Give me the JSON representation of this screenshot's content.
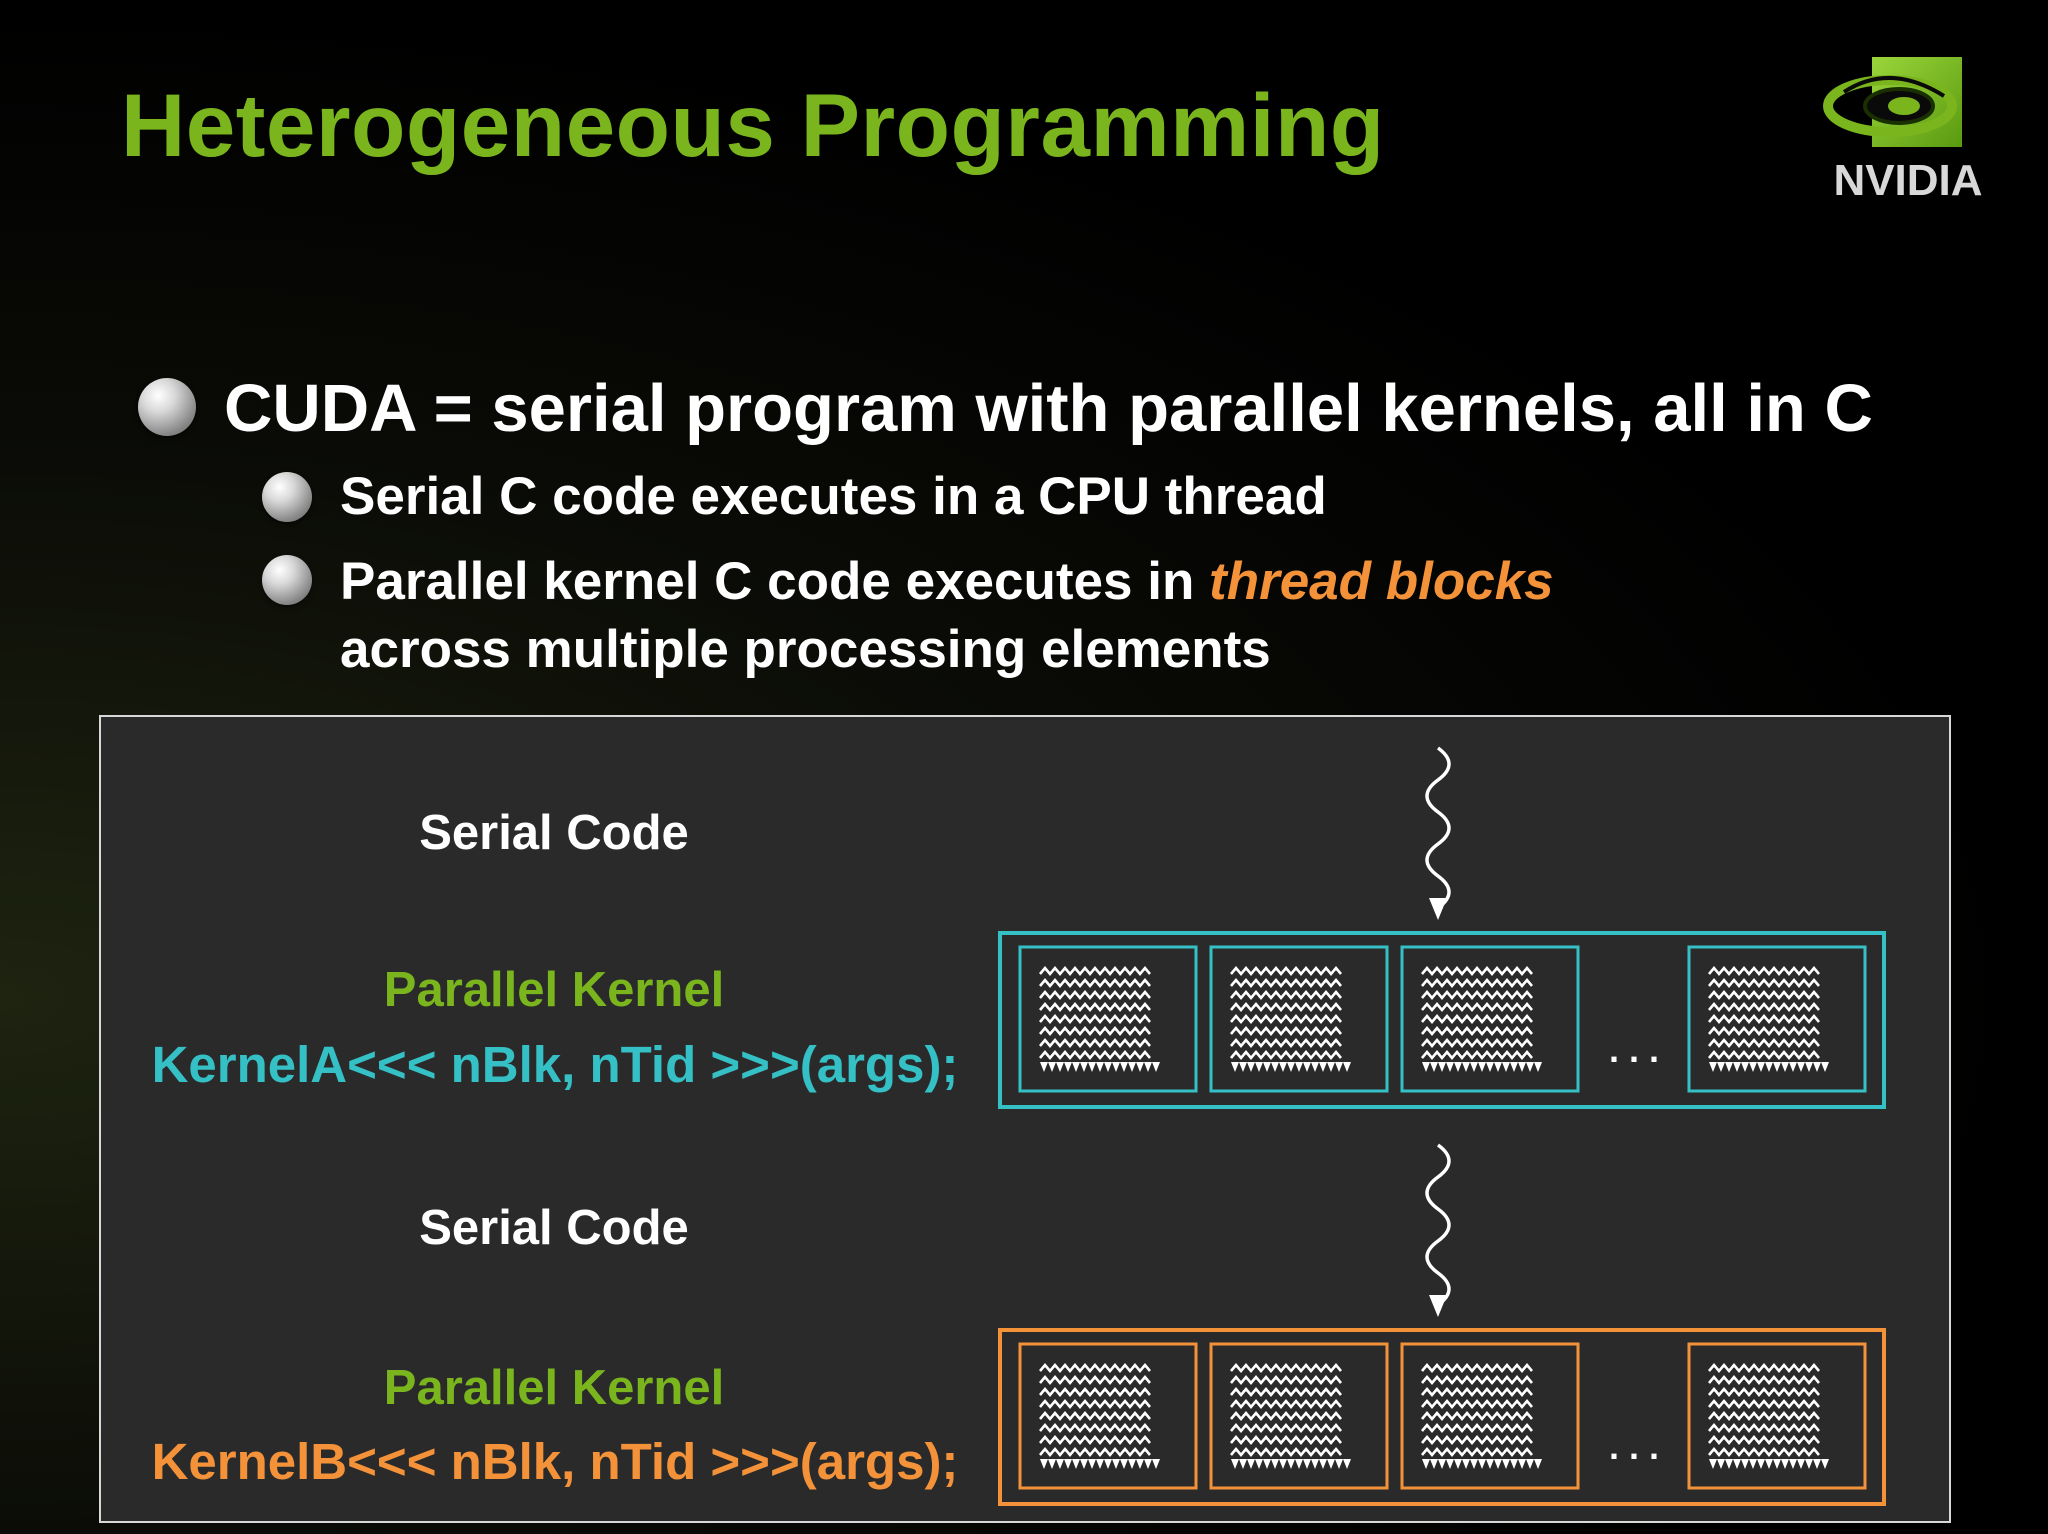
{
  "slide": {
    "title": "Heterogeneous Programming",
    "logo_text": "NVIDIA",
    "bullets": [
      {
        "text": "CUDA = serial program with parallel kernels, all in C"
      },
      {
        "text": "Serial C code executes in a CPU thread"
      },
      {
        "text_before": "Parallel kernel C code executes in ",
        "highlight": "thread blocks",
        "line2": "across multiple processing elements"
      }
    ]
  },
  "diagram": {
    "serial_label_1": "Serial Code",
    "kernel_a_label": "Parallel Kernel",
    "kernel_a_call": "KernelA<<< nBlk, nTid >>>(args);",
    "serial_label_2": "Serial Code",
    "kernel_b_label": "Parallel Kernel",
    "kernel_b_call": "KernelB<<< nBlk, nTid >>>(args);",
    "ellipsis": ". . .",
    "colors": {
      "title_green": "#7ab51d",
      "kernel_a": "#35c0c6",
      "kernel_b": "#f4923a",
      "highlight": "#f4923a",
      "panel_bg": "#2a2a2b"
    },
    "icons": [
      "squiggly-thread-arrow-icon",
      "thread-block-icon",
      "nvidia-eye-logo-icon"
    ]
  }
}
